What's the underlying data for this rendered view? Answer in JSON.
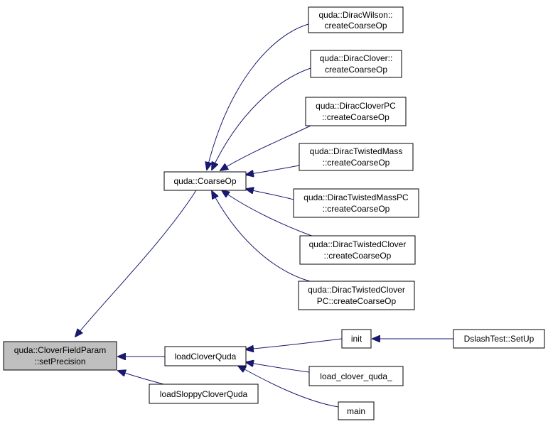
{
  "colors": {
    "edge": "#191970",
    "root_fill": "#bfbfbf",
    "node_fill": "#ffffff",
    "node_border": "#000000"
  },
  "nodes": {
    "root": {
      "line1": "quda::CloverFieldParam",
      "line2": "::setPrecision"
    },
    "coarse_op": {
      "line1": "quda::CoarseOp"
    },
    "dirac_wilson": {
      "line1": "quda::DiracWilson::",
      "line2": "createCoarseOp"
    },
    "dirac_clover": {
      "line1": "quda::DiracClover::",
      "line2": "createCoarseOp"
    },
    "dirac_clover_pc": {
      "line1": "quda::DiracCloverPC",
      "line2": "::createCoarseOp"
    },
    "dirac_twisted_mass": {
      "line1": "quda::DiracTwistedMass",
      "line2": "::createCoarseOp"
    },
    "dirac_twisted_mass_pc": {
      "line1": "quda::DiracTwistedMassPC",
      "line2": "::createCoarseOp"
    },
    "dirac_twisted_clover": {
      "line1": "quda::DiracTwistedClover",
      "line2": "::createCoarseOp"
    },
    "dirac_twisted_clover_pc": {
      "line1": "quda::DiracTwistedClover",
      "line2": "PC::createCoarseOp"
    },
    "load_clover_quda": {
      "line1": "loadCloverQuda"
    },
    "load_sloppy_clover_quda": {
      "line1": "loadSloppyCloverQuda"
    },
    "init": {
      "line1": "init"
    },
    "load_clover_quda_": {
      "line1": "load_clover_quda_"
    },
    "main": {
      "line1": "main"
    },
    "dslash_test_setup": {
      "line1": "DslashTest::SetUp"
    }
  },
  "edges": [
    {
      "from": "coarse_op",
      "to": "root"
    },
    {
      "from": "load_clover_quda",
      "to": "root"
    },
    {
      "from": "load_sloppy_clover_quda",
      "to": "root"
    },
    {
      "from": "dirac_wilson",
      "to": "coarse_op"
    },
    {
      "from": "dirac_clover",
      "to": "coarse_op"
    },
    {
      "from": "dirac_clover_pc",
      "to": "coarse_op"
    },
    {
      "from": "dirac_twisted_mass",
      "to": "coarse_op"
    },
    {
      "from": "dirac_twisted_mass_pc",
      "to": "coarse_op"
    },
    {
      "from": "dirac_twisted_clover",
      "to": "coarse_op"
    },
    {
      "from": "dirac_twisted_clover_pc",
      "to": "coarse_op"
    },
    {
      "from": "init",
      "to": "load_clover_quda"
    },
    {
      "from": "load_clover_quda_",
      "to": "load_clover_quda"
    },
    {
      "from": "main",
      "to": "load_clover_quda"
    },
    {
      "from": "dslash_test_setup",
      "to": "init"
    }
  ]
}
